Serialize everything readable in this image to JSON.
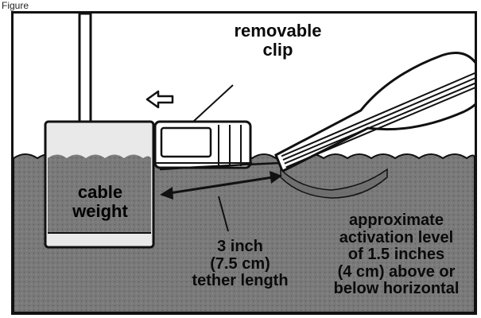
{
  "page_label": "Figure",
  "labels": {
    "clip": [
      "removable",
      "clip"
    ],
    "cable_weight": [
      "cable",
      "weight"
    ],
    "tether": [
      "3 inch",
      "(7.5 cm)",
      "tether length"
    ],
    "activation": [
      "approximate",
      "activation level",
      "of 1.5 inches",
      "(4 cm) above or",
      "below horizontal"
    ]
  },
  "icons": {
    "direction_arrow": "left-arrow-icon",
    "tether_arrow": "double-headed-arrow-icon"
  },
  "colors": {
    "water": "#7a7a7a",
    "water_speckle": "#5e5e5e",
    "ink": "#111111",
    "paper": "#ffffff"
  }
}
